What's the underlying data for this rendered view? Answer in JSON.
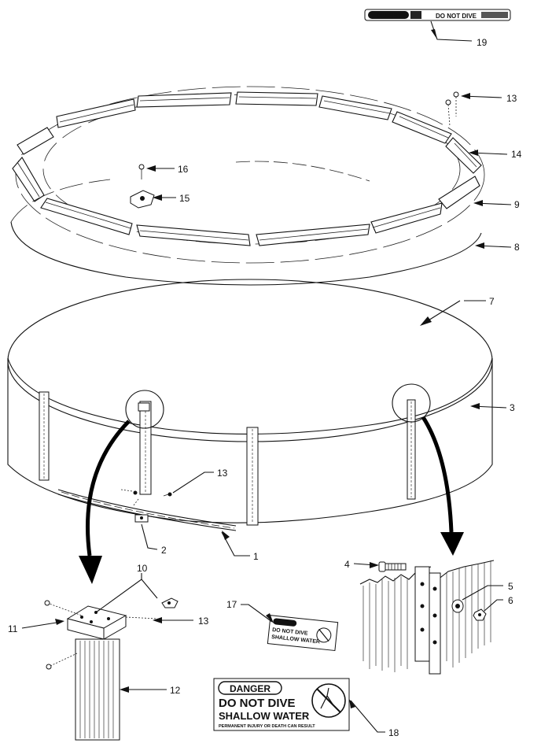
{
  "part_numbers": {
    "p1": "1",
    "p2": "2",
    "p3": "3",
    "p4": "4",
    "p5": "5",
    "p6": "6",
    "p7": "7",
    "p8": "8",
    "p9": "9",
    "p10": "10",
    "p11": "11",
    "p12": "12",
    "p13a": "13",
    "p13b": "13",
    "p13c": "13",
    "p14": "14",
    "p15": "15",
    "p16": "16",
    "p17": "17",
    "p18": "18",
    "p19": "19"
  },
  "signs": {
    "large": {
      "badge": "DANGER",
      "line1": "DO NOT DIVE",
      "line2": "SHALLOW WATER",
      "line3": "PERMANENT INJURY OR DEATH CAN RESULT"
    },
    "medium": {
      "badge": "DANGER",
      "line1": "DO NOT DIVE",
      "line2": "SHALLOW WATER"
    },
    "strip": {
      "badge": "DANGER",
      "text": "DO NOT DIVE"
    }
  }
}
